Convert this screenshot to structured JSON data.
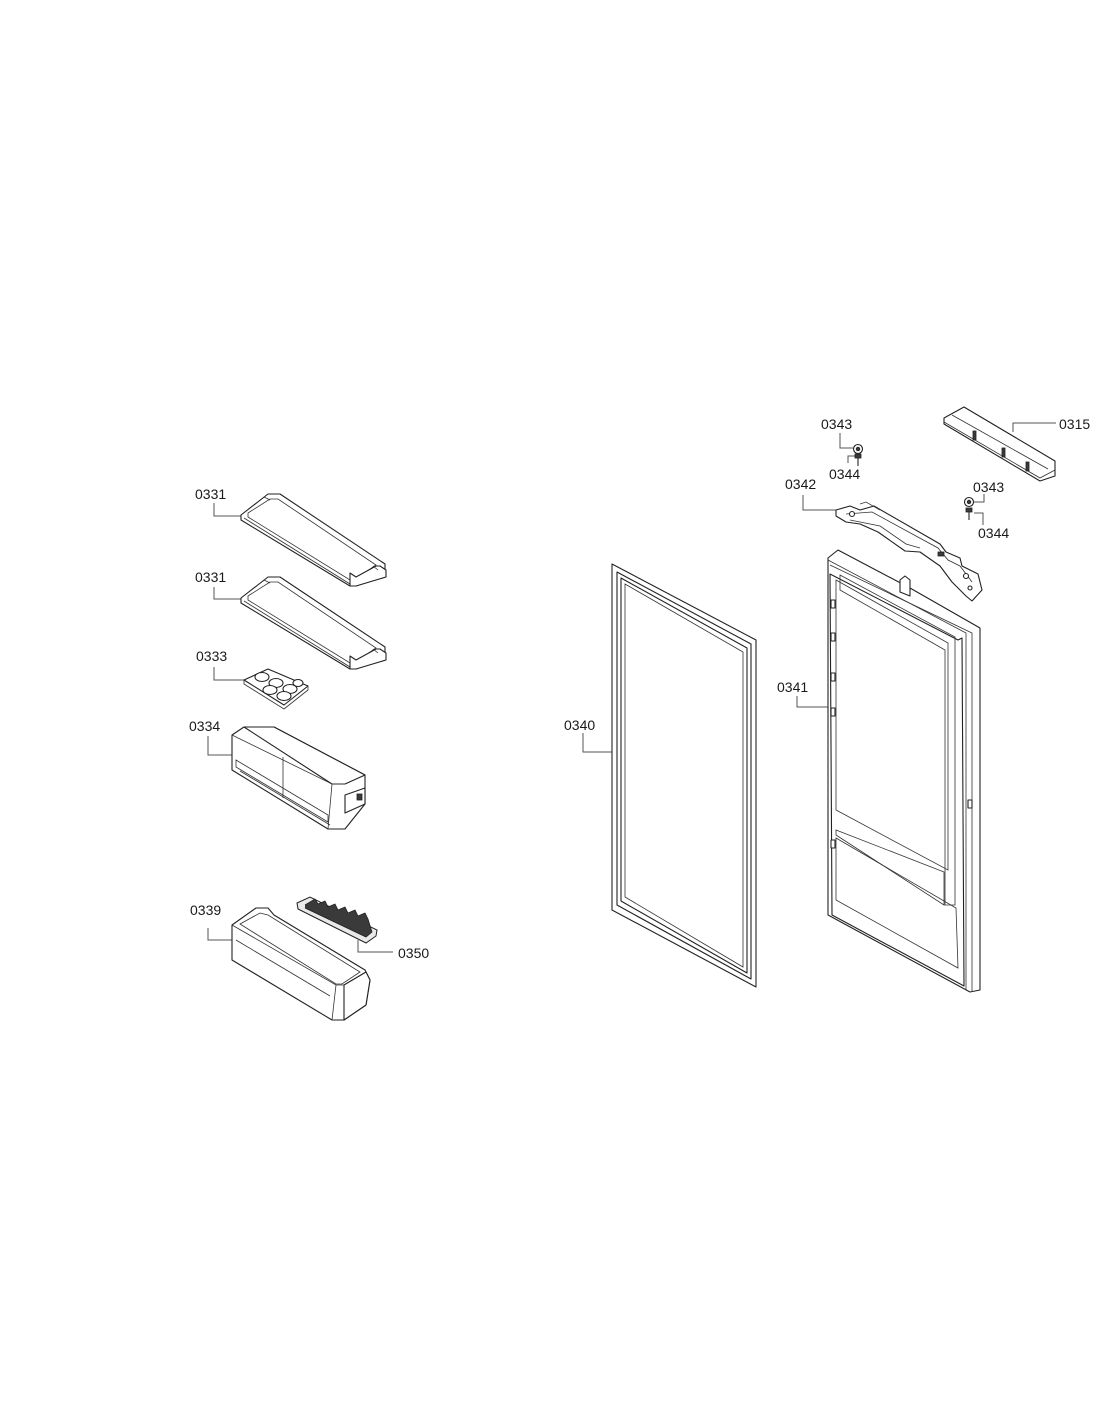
{
  "labels": {
    "p0331_upper": "0331",
    "p0331_lower": "0331",
    "p0333": "0333",
    "p0334": "0334",
    "p0339": "0339",
    "p0350": "0350",
    "p0340": "0340",
    "p0341": "0341",
    "p0342": "0342",
    "p0343_a": "0343",
    "p0344_a": "0344",
    "p0343_b": "0343",
    "p0344_b": "0344",
    "p0315": "0315"
  }
}
